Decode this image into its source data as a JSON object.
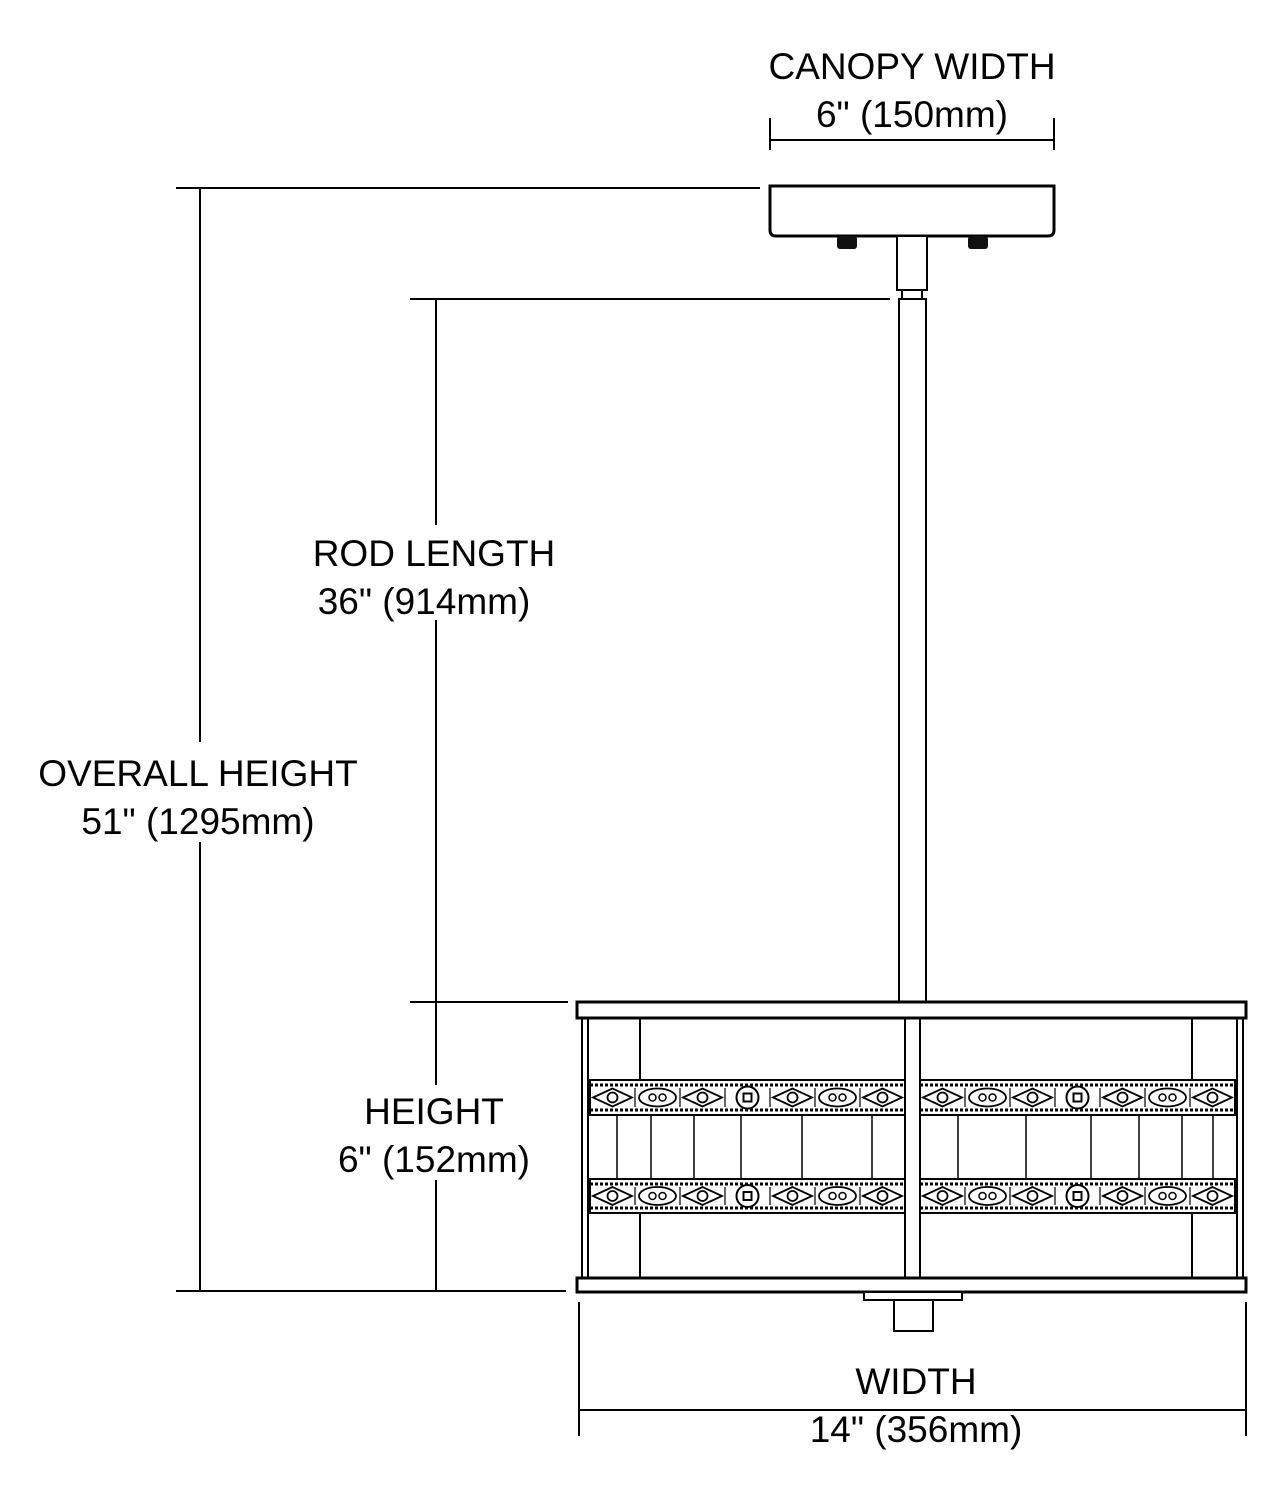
{
  "dimensions": {
    "canopy_width": {
      "label": "CANOPY WIDTH",
      "value": "6\" (150mm)"
    },
    "rod_length": {
      "label": "ROD LENGTH",
      "value": "36\" (914mm)"
    },
    "overall_height": {
      "label": "OVERALL HEIGHT",
      "value": "51\" (1295mm)"
    },
    "height": {
      "label": "HEIGHT",
      "value": "6\" (152mm)"
    },
    "width": {
      "label": "WIDTH",
      "value": "14\" (356mm)"
    }
  },
  "colors": {
    "line": "#000000",
    "background": "#ffffff"
  }
}
